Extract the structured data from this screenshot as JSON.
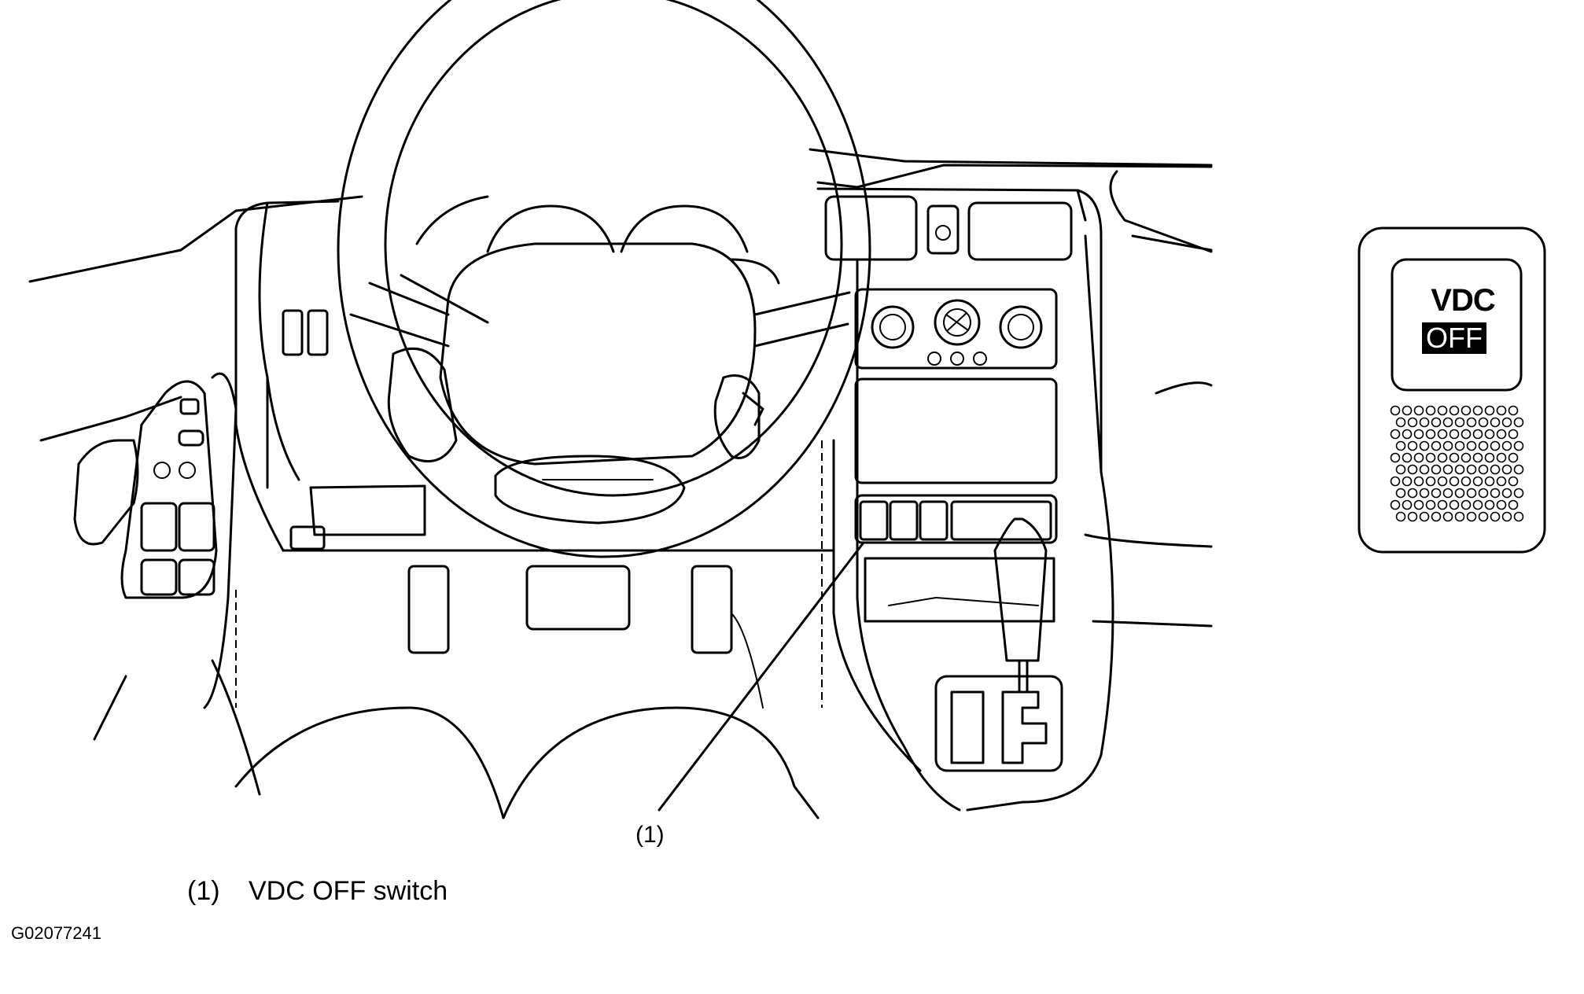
{
  "callout": {
    "label": "(1)"
  },
  "legend": {
    "number": "(1)",
    "text": "VDC OFF switch"
  },
  "switch_detail": {
    "line1": "VDC",
    "line2": "OFF"
  },
  "figure_id": "G02077241"
}
